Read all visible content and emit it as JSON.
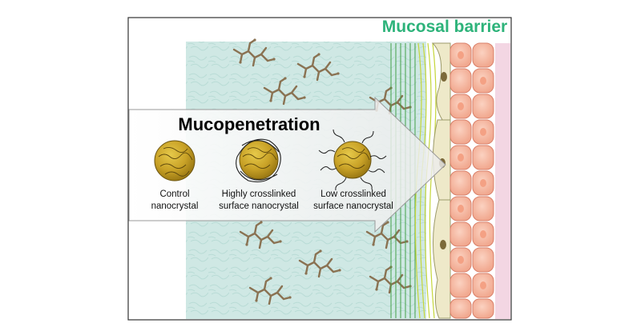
{
  "figure": {
    "barrier_title": "Mucosal barrier",
    "arrow_title": "Mucopenetration",
    "particles": [
      {
        "line1": "Control",
        "line2": "nanocrystal",
        "coating": "none"
      },
      {
        "line1": "Highly crosslinked",
        "line2": "surface nanocrystal",
        "coating": "tight-loops"
      },
      {
        "line1": "Low crosslinked",
        "line2": "surface nanocrystal",
        "coating": "wavy-chains"
      }
    ],
    "colors": {
      "barrier_title": "#2db37a",
      "mucus": "#cfe8e4",
      "particle": "#c9a227",
      "cells": "#f6b9a4",
      "goblet": "#eee9c9",
      "membrane": "#f3d6e3",
      "fibers_green": "#43a047",
      "fibers_yellow": "#c5d63a",
      "mucin": "#8a7252"
    }
  }
}
